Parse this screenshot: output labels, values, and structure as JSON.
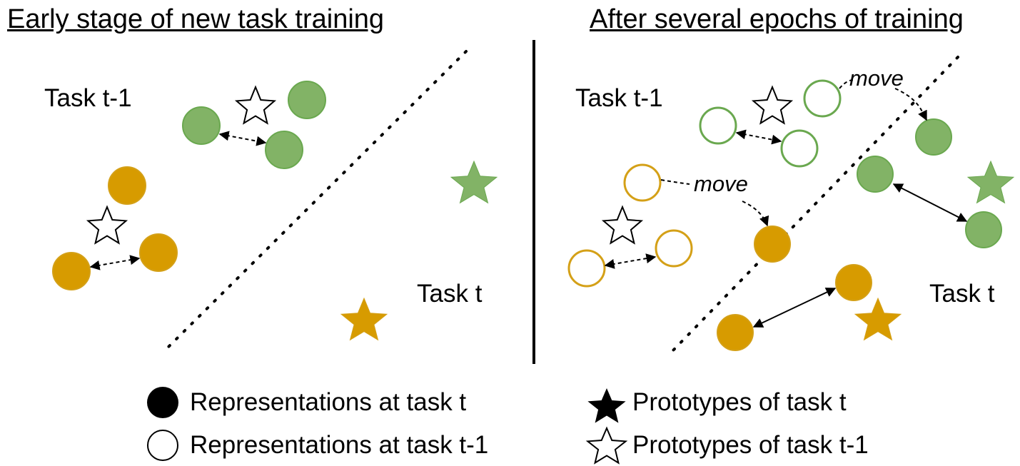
{
  "titles": {
    "left": "Early stage of new task training",
    "right": "After several epochs of training"
  },
  "labels": {
    "left_task_prev": "Task t-1",
    "left_task_curr": "Task t",
    "right_task_prev": "Task t-1",
    "right_task_curr": "Task t",
    "move_upper": "move",
    "move_lower": "move"
  },
  "legend": {
    "rep_t": "Representations at task t",
    "rep_t1": "Representations at task t-1",
    "proto_t": "Prototypes of task t",
    "proto_t1": "Prototypes of task t-1"
  },
  "colors": {
    "green_fill": "#82b366",
    "green_stroke": "#6aa84f",
    "orange_fill": "#d79b00",
    "orange_stroke": "#d4a017"
  }
}
